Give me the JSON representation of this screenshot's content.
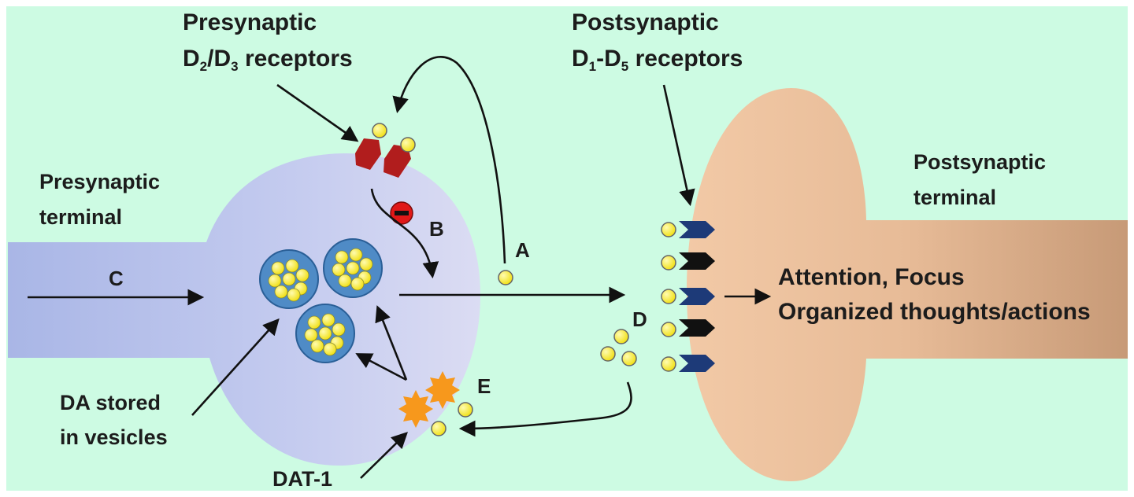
{
  "diagram": {
    "labels": {
      "presynaptic_receptors_line1": "Presynaptic",
      "presynaptic_receptors_line2_prefix": "D",
      "presynaptic_receptors_sub1": "2",
      "presynaptic_receptors_mid": "/D",
      "presynaptic_receptors_sub2": "3",
      "presynaptic_receptors_suffix": " receptors",
      "postsynaptic_receptors_line1": "Postsynaptic",
      "postsynaptic_receptors_line2_prefix": "D",
      "postsynaptic_receptors_sub1": "1",
      "postsynaptic_receptors_mid": "-D",
      "postsynaptic_receptors_sub2": "5",
      "postsynaptic_receptors_suffix": " receptors",
      "presynaptic_terminal_line1": "Presynaptic",
      "presynaptic_terminal_line2": "terminal",
      "postsynaptic_terminal_line1": "Postsynaptic",
      "postsynaptic_terminal_line2": "terminal",
      "letter_a": "A",
      "letter_b": "B",
      "letter_c": "C",
      "letter_d": "D",
      "letter_e": "E",
      "vesicles_line1": "DA stored",
      "vesicles_line2": "in vesicles",
      "dat": "DAT-1",
      "effect_line1": "Attention, Focus",
      "effect_line2": "Organized thoughts/actions",
      "inhibition_sign": "−"
    },
    "colors": {
      "background": "#cdfbe3",
      "presynaptic": "#c3c9ee",
      "postsynaptic": "#eabf9c",
      "dopamine": "#f6e81c",
      "vesicle": "#4f8bc6",
      "receptor_red": "#b11d1d",
      "receptor_blue": "#1d3a78",
      "receptor_black": "#111111",
      "transporter": "#f7981c",
      "inhibition": "#e01818"
    }
  }
}
